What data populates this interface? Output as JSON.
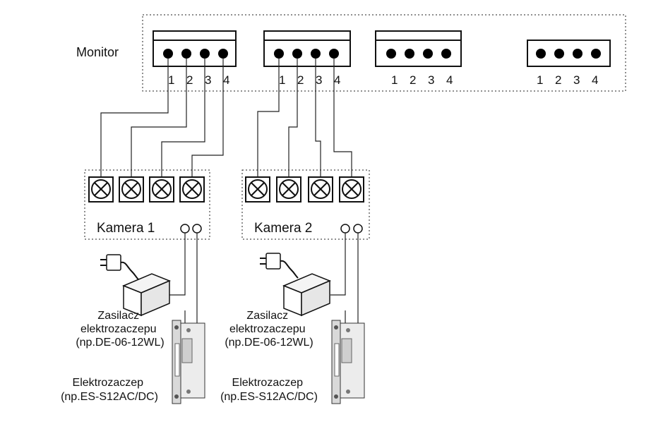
{
  "monitor": {
    "label": "Monitor",
    "connectors": [
      {
        "pins": [
          "1",
          "2",
          "3",
          "4"
        ]
      },
      {
        "pins": [
          "1",
          "2",
          "3",
          "4"
        ]
      },
      {
        "pins": [
          "1",
          "2",
          "3",
          "4"
        ]
      },
      {
        "pins": [
          "1",
          "2",
          "3",
          "4"
        ]
      }
    ]
  },
  "cameras": [
    {
      "label": "Kamera 1",
      "psu": {
        "lines": [
          "Zasilacz",
          "elektrozaczepu",
          "(np.DE-06-12WL)"
        ]
      },
      "strike": {
        "lines": [
          "Elektrozaczep",
          "(np.ES-S12AC/DC)"
        ]
      }
    },
    {
      "label": "Kamera 2",
      "psu": {
        "lines": [
          "Zasilacz",
          "elektrozaczepu",
          "(np.DE-06-12WL)"
        ]
      },
      "strike": {
        "lines": [
          "Elektrozaczep",
          "(np.ES-S12AC/DC)"
        ]
      }
    }
  ]
}
